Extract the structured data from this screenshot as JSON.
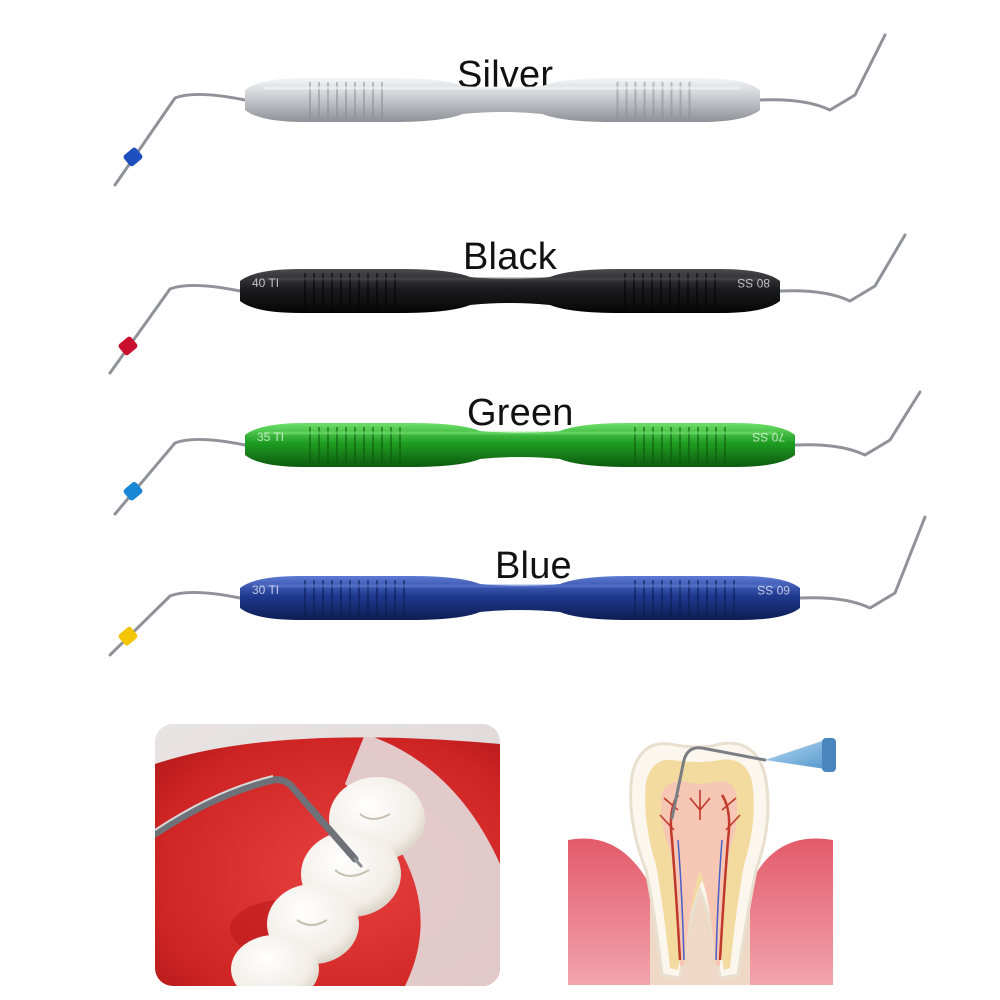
{
  "tools": [
    {
      "id": "silver",
      "label": "Silver",
      "handle_color": "#c9cbcf",
      "handle_dark": "#8d9096",
      "handle_light": "#f4f5f7",
      "stopper_color": "#1f4fbf",
      "marking_left": "",
      "marking_right": ""
    },
    {
      "id": "black",
      "label": "Black",
      "handle_color": "#1c1c1e",
      "handle_dark": "#050505",
      "handle_light": "#4a4a4f",
      "stopper_color": "#c8102e",
      "marking_left": "40 TI",
      "marking_right": "80 SS"
    },
    {
      "id": "green",
      "label": "Green",
      "handle_color": "#1f9e22",
      "handle_dark": "#0c5a0e",
      "handle_light": "#6fe06b",
      "stopper_color": "#1a86d6",
      "marking_left": "35 TI",
      "marking_right": "70 SS"
    },
    {
      "id": "blue",
      "label": "Blue",
      "handle_color": "#1f3a8f",
      "handle_dark": "#0d1d52",
      "handle_light": "#5d7ad4",
      "stopper_color": "#f2c500",
      "marking_left": "30 TI",
      "marking_right": "60 SS"
    }
  ],
  "colors": {
    "steel": "#8f9399",
    "steel_light": "#d6d8db",
    "gum_red": "#d42a2a",
    "tooth_white": "#f6f3ee",
    "pulp_red": "#c0392b",
    "needle_blue": "#7ab3e0"
  }
}
